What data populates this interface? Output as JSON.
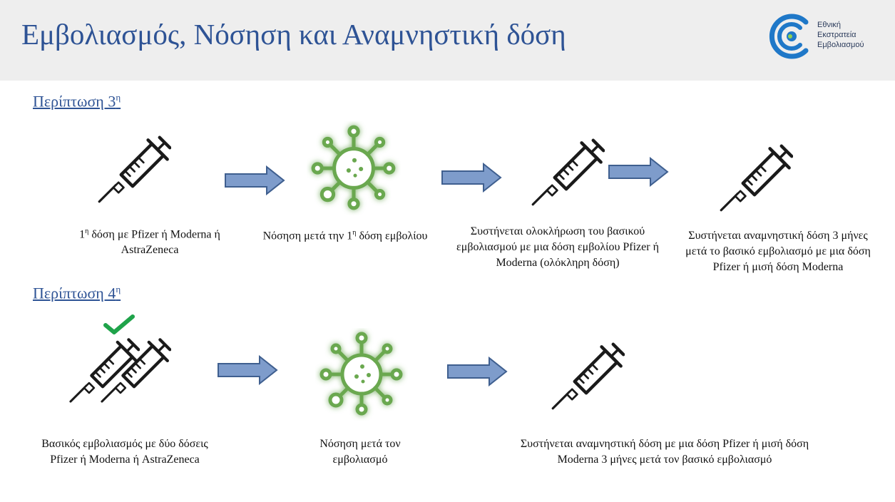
{
  "header": {
    "title": "Εμβολιασμός, Νόσηση και Αναμνηστική δόση",
    "logo_lines": [
      "Εθνική",
      "Εκστρατεία",
      "Εμβολιασμού"
    ]
  },
  "case3": {
    "title": "Περίπτωση 3",
    "title_sup": "η",
    "step1_sup": "η",
    "step1_rest": " δόση με Pfizer ή Moderna ή AstraZeneca",
    "step2_pre": "Νόσηση μετά την 1",
    "step2_sup": "η",
    "step2_post": " δόση εμβολίου",
    "step3": "Συστήνεται ολοκλήρωση του βασικού εμβολιασμού με μια δόση εμβολίου Pfizer ή  Moderna (ολόκληρη δόση)",
    "step4": "Συστήνεται αναμνηστική δόση 3 μήνες μετά το βασικό εμβολιασμό με μια δόση Pfizer ή  μισή δόση Moderna"
  },
  "case4": {
    "title": "Περίπτωση 4",
    "title_sup": "η",
    "step1": "Βασικός εμβολιασμός με δύο δόσεις Pfizer ή Moderna ή AstraZeneca",
    "step2": "Νόσηση μετά τον εμβολιασμό",
    "step3": "Συστήνεται αναμνηστική δόση με μια δόση Pfizer ή  μισή δόση Moderna 3 μήνες μετά τον βασικό εμβολιασμό"
  },
  "colors": {
    "title_blue": "#2e5395",
    "arrow_fill": "#7e9ccb",
    "arrow_stroke": "#3f5f8f",
    "virus_green": "#6aa84f",
    "check_green": "#1fa34a",
    "logo_blue": "#1f78c8"
  },
  "icons": [
    "syringe-icon",
    "virus-icon",
    "arrow-right-icon",
    "checkmark-icon",
    "logo-icon"
  ]
}
